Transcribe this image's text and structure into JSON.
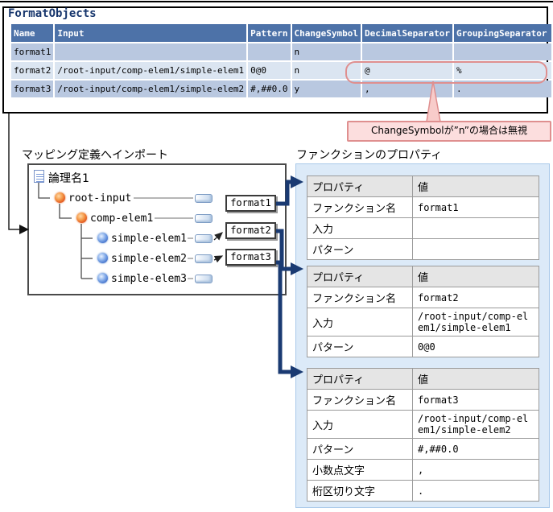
{
  "format_objects": {
    "title": "FormatObjects",
    "columns": [
      "Name",
      "Input",
      "Pattern",
      "ChangeSymbol",
      "DecimalSeparator",
      "GroupingSeparator"
    ],
    "rows": [
      {
        "name": "format1",
        "input": "",
        "pattern": "",
        "change_symbol": "n",
        "decimal_separator": "",
        "grouping_separator": ""
      },
      {
        "name": "format2",
        "input": "/root-input/comp-elem1/simple-elem1",
        "pattern": "0@0",
        "change_symbol": "n",
        "decimal_separator": "@",
        "grouping_separator": "%"
      },
      {
        "name": "format3",
        "input": "/root-input/comp-elem1/simple-elem2",
        "pattern": "#,##0.0",
        "change_symbol": "y",
        "decimal_separator": ",",
        "grouping_separator": "."
      }
    ]
  },
  "callout": {
    "text": "ChangeSymbolが”n”の場合は無視"
  },
  "mapping_section": {
    "label": "マッピング定義へインポート",
    "tree_root": "論理名1",
    "tree_nodes": [
      "root-input",
      "comp-elem1",
      "simple-elem1",
      "simple-elem2",
      "simple-elem3"
    ],
    "format_boxes": [
      "format1",
      "format2",
      "format3"
    ]
  },
  "function_section": {
    "label": "ファンクションのプロパティ",
    "tables": [
      {
        "property_header": "プロパティ",
        "value_header": "値",
        "rows": [
          {
            "property": "ファンクション名",
            "value": "format1"
          },
          {
            "property": "入力",
            "value": ""
          },
          {
            "property": "パターン",
            "value": ""
          }
        ]
      },
      {
        "property_header": "プロパティ",
        "value_header": "値",
        "rows": [
          {
            "property": "ファンクション名",
            "value": "format2"
          },
          {
            "property": "入力",
            "value": "/root-input/comp-elem1/simple-elem1"
          },
          {
            "property": "パターン",
            "value": "0@0"
          }
        ]
      },
      {
        "property_header": "プロパティ",
        "value_header": "値",
        "rows": [
          {
            "property": "ファンクション名",
            "value": "format3"
          },
          {
            "property": "入力",
            "value": "/root-input/comp-elem1/simple-elem2"
          },
          {
            "property": "パターン",
            "value": "#,##0.0"
          },
          {
            "property": "小数点文字",
            "value": ","
          },
          {
            "property": "桁区切り文字",
            "value": "."
          }
        ]
      }
    ]
  },
  "colors": {
    "table_header_bg": "#4d72a8",
    "row_medium": "#b9c8e0",
    "row_light": "#dbe5f1",
    "highlight_border": "#df8f8f",
    "callout_bg": "#fcdede",
    "panel_bg": "#dceaf8",
    "arrow_navy": "#1a3a72"
  }
}
